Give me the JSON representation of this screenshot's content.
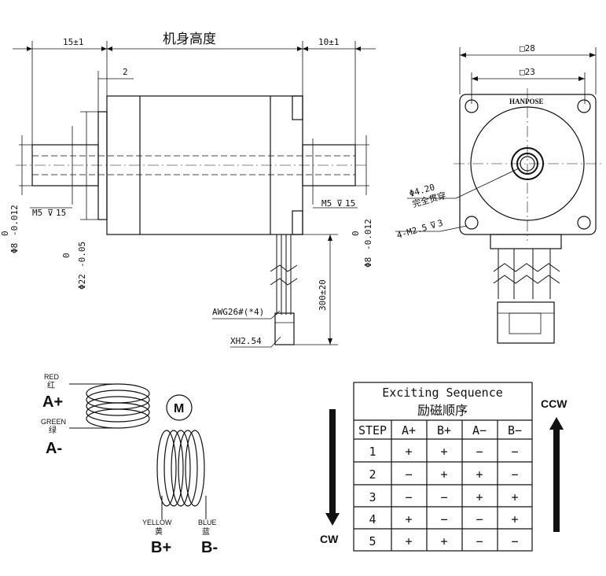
{
  "side_view": {
    "body_length_label": "机身高度",
    "left_shaft_len": "15±1",
    "right_shaft_len": "10±1",
    "step_2": "2",
    "thread_left": "M5",
    "thread_left_depth": "15",
    "thread_right": "M5",
    "thread_right_depth": "15",
    "shaft_dia_left": "Φ8",
    "shaft_tol_left": "-0.012",
    "shaft_tol_left_top": "0",
    "pilot_dia": "Φ22",
    "pilot_tol": "-0.05",
    "pilot_tol_top": "0",
    "shaft_dia_right": "Φ8",
    "shaft_tol_right": "-0.012",
    "shaft_tol_right_top": "0",
    "lead_length": "300±20",
    "wire_spec": "AWG26#(*4)",
    "connector": "XH2.54"
  },
  "front_view": {
    "outer_size": "□28",
    "hole_spacing": "□23",
    "brand": "HANPOSE",
    "bore": "Φ4.20",
    "bore_note": "完全贯穿",
    "mount_holes": "4-M2.5",
    "mount_depth": "3"
  },
  "wiring": {
    "a_plus_color_en": "RED",
    "a_plus_color_cn": "红",
    "a_plus": "A+",
    "a_minus_color_en": "GREEN",
    "a_minus_color_cn": "绿",
    "a_minus": "A-",
    "motor_symbol": "M",
    "b_plus_color_en": "YELLOW",
    "b_plus_color_cn": "黄",
    "b_plus": "B+",
    "b_minus_color_en": "BLUE",
    "b_minus_color_cn": "蓝",
    "b_minus": "B-"
  },
  "sequence": {
    "title_en": "Exciting Sequence",
    "title_cn": "励磁顺序",
    "ccw_label": "CCW",
    "cw_label": "CW",
    "headers": [
      "STEP",
      "A+",
      "B+",
      "A−",
      "B−"
    ],
    "rows": [
      [
        "1",
        "+",
        "+",
        "−",
        "−"
      ],
      [
        "2",
        "−",
        "+",
        "+",
        "−"
      ],
      [
        "3",
        "−",
        "−",
        "+",
        "+"
      ],
      [
        "4",
        "+",
        "−",
        "−",
        "+"
      ],
      [
        "5",
        "+",
        "+",
        "−",
        "−"
      ]
    ]
  }
}
